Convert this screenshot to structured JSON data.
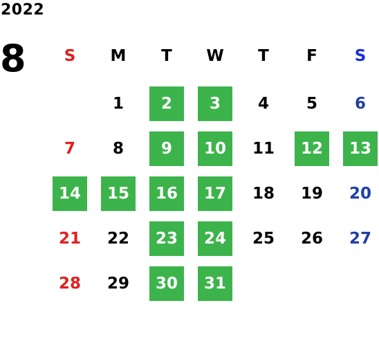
{
  "year": "2022",
  "month": "8",
  "weekdays": [
    "S",
    "M",
    "T",
    "W",
    "T",
    "F",
    "S"
  ],
  "colors": {
    "highlight": "#3cb44b",
    "sunday": "#e02020",
    "saturday": "#1f3fa8",
    "saturday_header": "#1a2fd6",
    "text": "#000000"
  },
  "weeks": [
    [
      null,
      {
        "d": "1",
        "hl": false
      },
      {
        "d": "2",
        "hl": true
      },
      {
        "d": "3",
        "hl": true
      },
      {
        "d": "4",
        "hl": false
      },
      {
        "d": "5",
        "hl": false
      },
      {
        "d": "6",
        "hl": false
      }
    ],
    [
      {
        "d": "7",
        "hl": false
      },
      {
        "d": "8",
        "hl": false
      },
      {
        "d": "9",
        "hl": true
      },
      {
        "d": "10",
        "hl": true
      },
      {
        "d": "11",
        "hl": false
      },
      {
        "d": "12",
        "hl": true
      },
      {
        "d": "13",
        "hl": true
      }
    ],
    [
      {
        "d": "14",
        "hl": true
      },
      {
        "d": "15",
        "hl": true
      },
      {
        "d": "16",
        "hl": true
      },
      {
        "d": "17",
        "hl": true
      },
      {
        "d": "18",
        "hl": false
      },
      {
        "d": "19",
        "hl": false
      },
      {
        "d": "20",
        "hl": false
      }
    ],
    [
      {
        "d": "21",
        "hl": false
      },
      {
        "d": "22",
        "hl": false
      },
      {
        "d": "23",
        "hl": true
      },
      {
        "d": "24",
        "hl": true
      },
      {
        "d": "25",
        "hl": false
      },
      {
        "d": "26",
        "hl": false
      },
      {
        "d": "27",
        "hl": false
      }
    ],
    [
      {
        "d": "28",
        "hl": false
      },
      {
        "d": "29",
        "hl": false
      },
      {
        "d": "30",
        "hl": true
      },
      {
        "d": "31",
        "hl": true
      },
      null,
      null,
      null
    ]
  ]
}
